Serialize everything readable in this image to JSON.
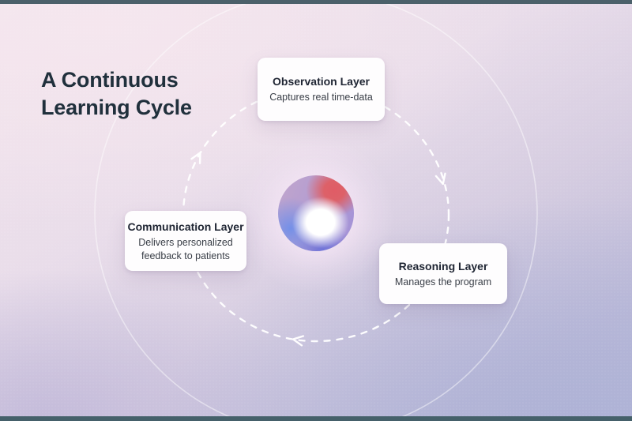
{
  "title": {
    "line1": "A Continuous",
    "line2": "Learning Cycle"
  },
  "cycle": {
    "direction": "clockwise",
    "steps": [
      {
        "title": "Observation Layer",
        "subtitle": "Captures real time-data"
      },
      {
        "title": "Reasoning Layer",
        "subtitle": "Manages the program"
      },
      {
        "title": "Communication Layer",
        "subtitle": "Delivers personalized feedback to patients"
      }
    ]
  },
  "colors": {
    "border_teal": "#4b606a",
    "orb_red": "#dd6168",
    "orb_blue": "#7490e8",
    "card_bg": "#fefdfe",
    "title_text": "#20303c"
  }
}
